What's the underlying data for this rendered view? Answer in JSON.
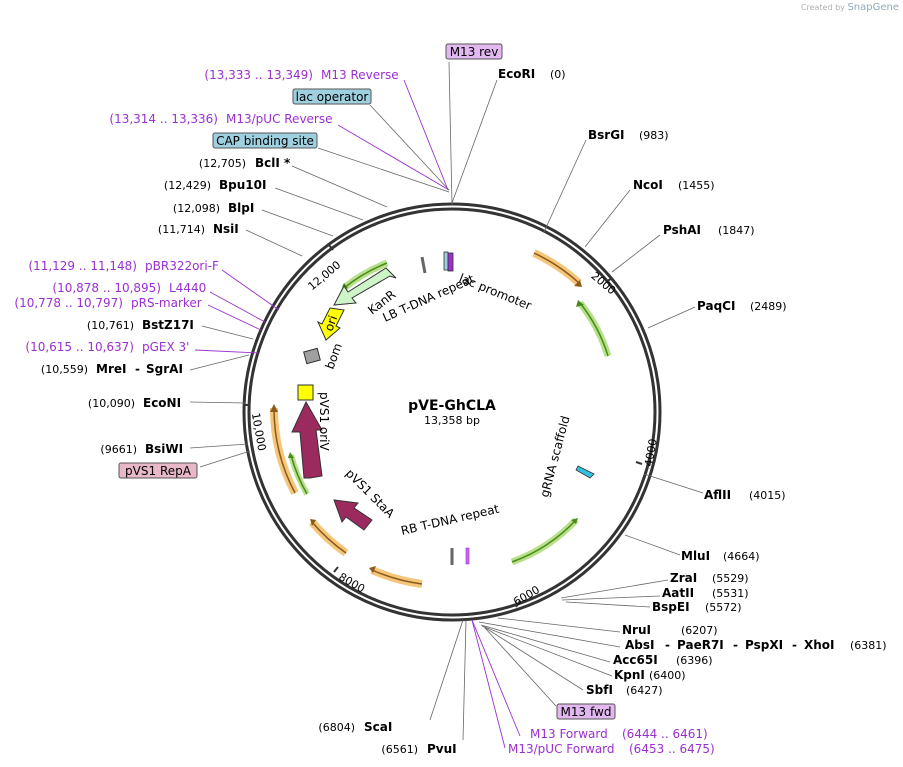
{
  "credit": {
    "prefix": "Created by",
    "brand": "SnapGene"
  },
  "plasmid": {
    "name": "pVE-GhCLA",
    "size_label": "13,358 bp"
  },
  "colors": {
    "backbone": "#333333",
    "purple_label": "#9b30d0",
    "orange_feature": "#f5c57a",
    "green_feature": "#9ecb6b",
    "maroon_feature": "#9b2a5e",
    "cyan_box": "#9fd0e0",
    "lilac_box": "#e3b8f0",
    "pink_box": "#e8b8c8"
  },
  "ticks": [
    "2000",
    "4000",
    "6000",
    "8000",
    "10,000",
    "12,000"
  ],
  "labels_right": [
    {
      "type": "box",
      "text": "M13 rev",
      "box": "lilac"
    },
    {
      "type": "enzyme",
      "name": "EcoRI",
      "pos": "(0)"
    },
    {
      "type": "enzyme",
      "name": "BsrGI",
      "pos": "(983)"
    },
    {
      "type": "enzyme",
      "name": "NcoI",
      "pos": "(1455)"
    },
    {
      "type": "enzyme",
      "name": "PshAI",
      "pos": "(1847)"
    },
    {
      "type": "enzyme",
      "name": "PaqCI",
      "pos": "(2489)"
    },
    {
      "type": "enzyme",
      "name": "AflII",
      "pos": "(4015)"
    },
    {
      "type": "enzyme",
      "name": "MluI",
      "pos": "(4664)"
    },
    {
      "type": "enzyme",
      "name": "ZraI",
      "pos": "(5529)"
    },
    {
      "type": "enzyme",
      "name": "AatII",
      "pos": "(5531)"
    },
    {
      "type": "enzyme",
      "name": "BspEI",
      "pos": "(5572)"
    },
    {
      "type": "enzyme",
      "name": "NruI",
      "pos": "(6207)"
    },
    {
      "type": "enzyme_multi",
      "name": "AbsI",
      "extra": [
        "PaeR7I",
        "PspXI",
        "XhoI"
      ],
      "pos": "(6381)"
    },
    {
      "type": "enzyme",
      "name": "Acc65I",
      "pos": "(6396)"
    },
    {
      "type": "enzyme",
      "name": "KpnI",
      "pos": "(6400)"
    },
    {
      "type": "enzyme",
      "name": "SbfI",
      "pos": "(6427)"
    },
    {
      "type": "box",
      "text": "M13 fwd",
      "box": "lilac"
    },
    {
      "type": "primer",
      "name": "M13 Forward",
      "pos": "(6444 .. 6461)"
    },
    {
      "type": "primer",
      "name": "M13/pUC Forward",
      "pos": "(6453 .. 6475)"
    }
  ],
  "labels_left": [
    {
      "type": "primer",
      "name": "M13 Reverse",
      "pos": "(13,333 .. 13,349)"
    },
    {
      "type": "box",
      "text": "lac operator",
      "box": "cyan"
    },
    {
      "type": "primer",
      "name": "M13/pUC Reverse",
      "pos": "(13,314 .. 13,336)"
    },
    {
      "type": "box",
      "text": "CAP binding site",
      "box": "cyan"
    },
    {
      "type": "enzyme",
      "name": "BclI *",
      "pos": "(12,705)"
    },
    {
      "type": "enzyme",
      "name": "Bpu10I",
      "pos": "(12,429)"
    },
    {
      "type": "enzyme",
      "name": "BlpI",
      "pos": "(12,098)"
    },
    {
      "type": "enzyme",
      "name": "NsiI",
      "pos": "(11,714)"
    },
    {
      "type": "primer",
      "name": "pBR322ori-F",
      "pos": "(11,129 .. 11,148)"
    },
    {
      "type": "primer",
      "name": "L4440",
      "pos": "(10,878 .. 10,895)"
    },
    {
      "type": "primer",
      "name": "pRS-marker",
      "pos": "(10,778 .. 10,797)"
    },
    {
      "type": "enzyme",
      "name": "BstZ17I",
      "pos": "(10,761)"
    },
    {
      "type": "primer",
      "name": "pGEX 3'",
      "pos": "(10,615 .. 10,637)"
    },
    {
      "type": "enzyme_pair",
      "name": "MreI",
      "extra": [
        "SgrAI"
      ],
      "pos": "(10,559)"
    },
    {
      "type": "enzyme",
      "name": "EcoNI",
      "pos": "(10,090)"
    },
    {
      "type": "enzyme",
      "name": "BsiWI",
      "pos": "(9661)"
    },
    {
      "type": "box",
      "text": "pVS1 RepA",
      "box": "pink"
    },
    {
      "type": "enzyme",
      "name": "ScaI",
      "pos": "(6804)"
    },
    {
      "type": "enzyme",
      "name": "PvuI",
      "pos": "(6561)"
    }
  ],
  "inner_features": {
    "lac_promoter": "lac promoter",
    "lb_repeat": "LB T-DNA repeat",
    "kanr": "KanR",
    "ori": "ori",
    "bom": "bom",
    "pvs1_oriv": "pVS1 oriV",
    "pvs1_staa": "pVS1 StaA",
    "rb_repeat": "RB T-DNA repeat",
    "grna": "gRNA scaffold"
  }
}
